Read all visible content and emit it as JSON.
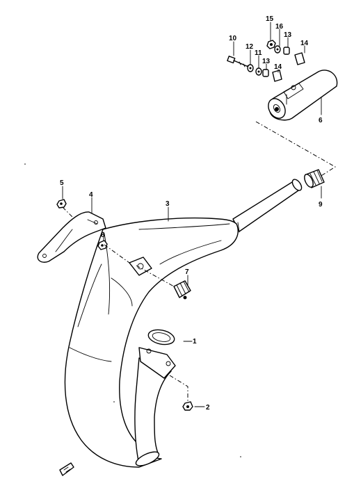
{
  "callouts": [
    {
      "id": "c1",
      "label": "1"
    },
    {
      "id": "c2",
      "label": "2"
    },
    {
      "id": "c3",
      "label": "3"
    },
    {
      "id": "c4",
      "label": "4"
    },
    {
      "id": "c5",
      "label": "5"
    },
    {
      "id": "c6",
      "label": "6"
    },
    {
      "id": "c7",
      "label": "7"
    },
    {
      "id": "c8",
      "label": "8"
    },
    {
      "id": "c9",
      "label": "9"
    },
    {
      "id": "c10",
      "label": "10"
    },
    {
      "id": "c11",
      "label": "11"
    },
    {
      "id": "c12",
      "label": "12"
    },
    {
      "id": "c13a",
      "label": "13"
    },
    {
      "id": "c13b",
      "label": "13"
    },
    {
      "id": "c14a",
      "label": "14"
    },
    {
      "id": "c14b",
      "label": "14"
    },
    {
      "id": "c15",
      "label": "15"
    },
    {
      "id": "c16",
      "label": "16"
    }
  ]
}
